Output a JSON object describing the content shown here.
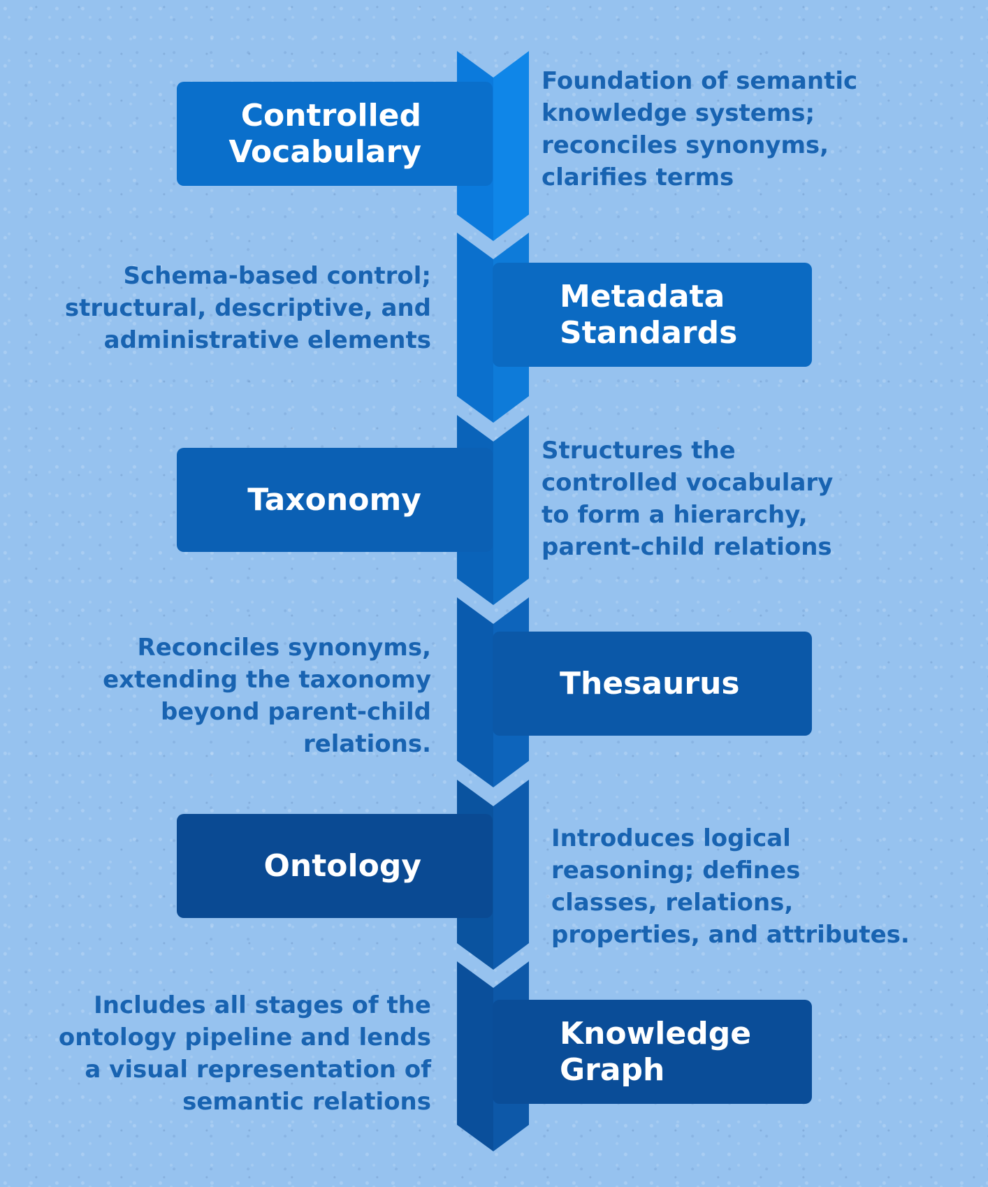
{
  "stages": [
    {
      "title_lines": [
        "Controlled",
        "Vocabulary"
      ],
      "desc_lines": [
        "Foundation of semantic",
        "knowledge systems;",
        "reconciles synonyms,",
        "clarifies terms"
      ],
      "box_color": "#0a6fcb",
      "arrow_color": "#0b7adc",
      "arrow_shade": "#0f86e8"
    },
    {
      "title_lines": [
        "Metadata",
        "Standards"
      ],
      "desc_lines": [
        "Schema-based control;",
        "structural, descriptive, and",
        "administrative elements"
      ],
      "box_color": "#0b6ac2",
      "arrow_color": "#0b70cd",
      "arrow_shade": "#0e7bd9"
    },
    {
      "title_lines": [
        "Taxonomy"
      ],
      "desc_lines": [
        "Structures the",
        "controlled vocabulary",
        "to form a hierarchy,",
        "parent-child relations"
      ],
      "box_color": "#0b60b4",
      "arrow_color": "#0a63b9",
      "arrow_shade": "#0d6ec6"
    },
    {
      "title_lines": [
        "Thesaurus"
      ],
      "desc_lines": [
        "Reconciles synonyms,",
        "extending the taxonomy",
        "beyond parent-child",
        "relations."
      ],
      "box_color": "#0b58a8",
      "arrow_color": "#0a5bae",
      "arrow_shade": "#0d64bb"
    },
    {
      "title_lines": [
        "Ontology"
      ],
      "desc_lines": [
        "Introduces logical",
        "reasoning; defines",
        "classes, relations,",
        "properties, and attributes."
      ],
      "box_color": "#0a4a93",
      "arrow_color": "#0a539f",
      "arrow_shade": "#0d5bad"
    },
    {
      "title_lines": [
        "Knowledge",
        "Graph"
      ],
      "desc_lines": [
        "Includes all stages of the",
        "ontology pipeline and lends",
        "a visual representation of",
        "semantic relations"
      ],
      "box_color": "#0a4d98",
      "arrow_color": "#0a4f9b",
      "arrow_shade": "#0d58a8"
    }
  ]
}
